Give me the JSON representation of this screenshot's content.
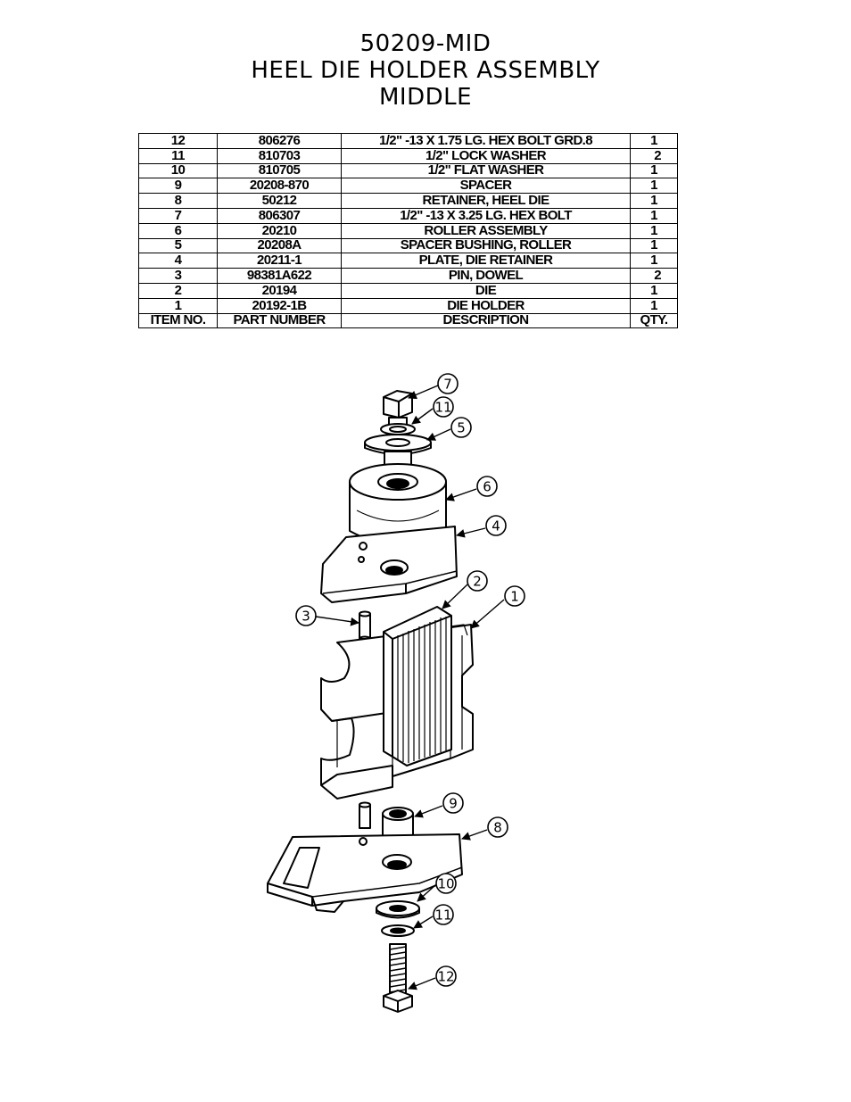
{
  "title": {
    "line1": "50209-MID",
    "line2": "HEEL DIE HOLDER ASSEMBLY",
    "line3": "MIDDLE"
  },
  "bom": {
    "rows": [
      {
        "item": "12",
        "part": "806276",
        "desc": "1/2\" -13 X 1.75 LG. HEX BOLT GRD.8",
        "qty": "1"
      },
      {
        "item": "11",
        "part": "810703",
        "desc": "1/2\" LOCK WASHER",
        "qty": "2"
      },
      {
        "item": "10",
        "part": "810705",
        "desc": "1/2\" FLAT WASHER",
        "qty": "1"
      },
      {
        "item": "9",
        "part": "20208-870",
        "desc": "SPACER",
        "qty": "1"
      },
      {
        "item": "8",
        "part": "50212",
        "desc": "RETAINER, HEEL DIE",
        "qty": "1"
      },
      {
        "item": "7",
        "part": "806307",
        "desc": "1/2\" -13 X 3.25 LG. HEX BOLT",
        "qty": "1"
      },
      {
        "item": "6",
        "part": "20210",
        "desc": "ROLLER ASSEMBLY",
        "qty": "1"
      },
      {
        "item": "5",
        "part": "20208A",
        "desc": "SPACER BUSHING, ROLLER",
        "qty": "1"
      },
      {
        "item": "4",
        "part": "20211-1",
        "desc": "PLATE, DIE RETAINER",
        "qty": "1"
      },
      {
        "item": "3",
        "part": "98381A622",
        "desc": "PIN, DOWEL",
        "qty": "2"
      },
      {
        "item": "2",
        "part": "20194",
        "desc": "DIE",
        "qty": "1"
      },
      {
        "item": "1",
        "part": "20192-1B",
        "desc": "DIE HOLDER",
        "qty": "1"
      }
    ],
    "header": {
      "item": "ITEM NO.",
      "part": "PART NUMBER",
      "desc": "DESCRIPTION",
      "qty": "QTY."
    }
  },
  "callouts": [
    "7",
    "11",
    "5",
    "6",
    "4",
    "2",
    "1",
    "3",
    "9",
    "8",
    "10",
    "11",
    "12"
  ]
}
